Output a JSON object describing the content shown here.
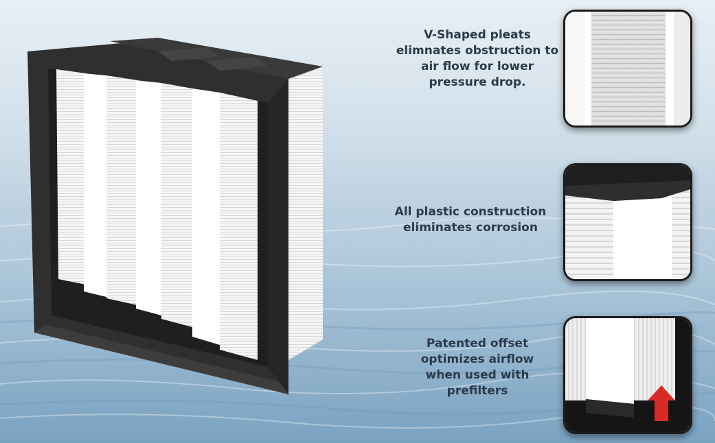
{
  "captions": [
    {
      "lines": [
        "V-Shaped pleats",
        "elimnates obstruction to",
        "air flow for lower",
        "pressure drop."
      ]
    },
    {
      "lines": [
        "All plastic construction",
        "eliminates corrosion"
      ]
    },
    {
      "lines": [
        "Patented offset",
        "optimizes airflow",
        "when used with",
        "prefilters"
      ]
    }
  ],
  "colors": {
    "caption_text": "#2b3b4c",
    "frame": "#2f2f2f",
    "media": "#f7f7f7",
    "arrow": "#d62b26"
  }
}
